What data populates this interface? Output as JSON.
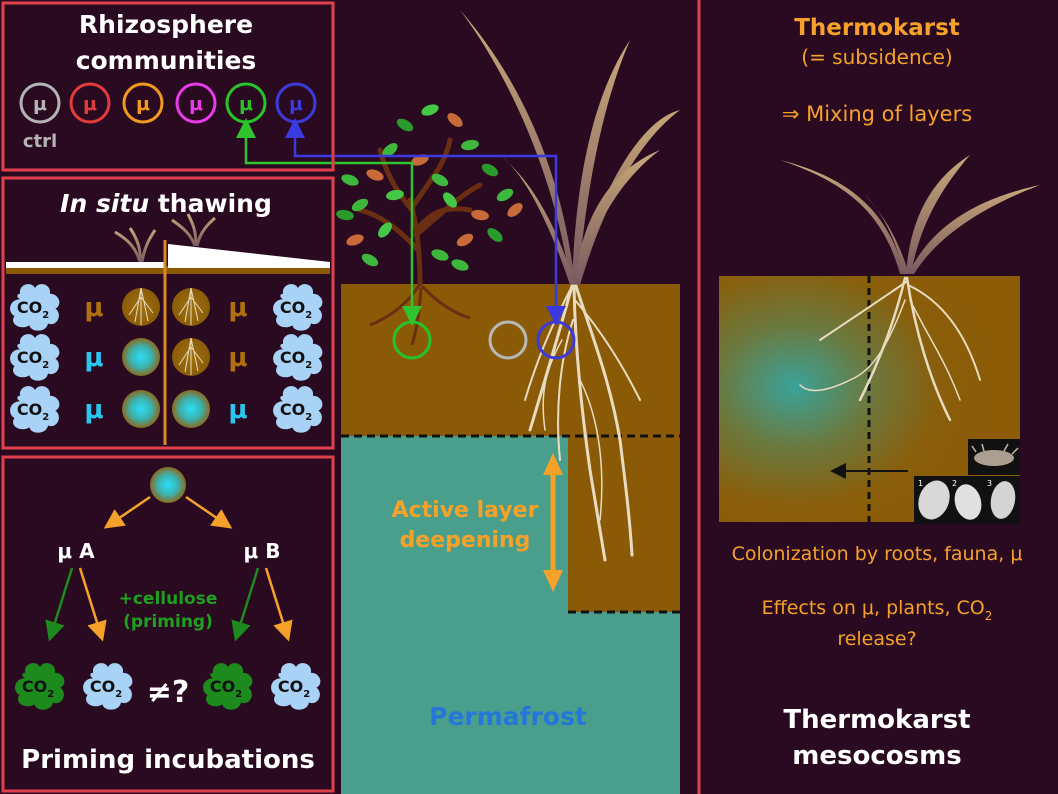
{
  "panels": {
    "rhizosphere": {
      "title_line1": "Rhizosphere",
      "title_line2": "communities",
      "mu": "μ",
      "ctrl": "ctrl",
      "circle_colors": [
        "#b4b4b4",
        "#e33c3c",
        "#f29a1f",
        "#e63ce6",
        "#27c427",
        "#3b3bdc"
      ]
    },
    "insitu": {
      "title_em": "In situ",
      "title_rest": " thawing",
      "mu": "μ",
      "co2": "CO",
      "sub": "2"
    },
    "priming": {
      "mu_a": "μ A",
      "mu_b": "μ B",
      "cellulose_line1": "+cellulose",
      "cellulose_line2": "(priming)",
      "neq": "≠?",
      "co2": "CO",
      "sub": "2",
      "title": "Priming incubations"
    },
    "center": {
      "active_layer_line1": "Active layer",
      "active_layer_line2": "deepening",
      "permafrost": "Permafrost"
    },
    "thermokarst": {
      "title": "Thermokarst",
      "subtitle": "(= subsidence)",
      "mixing": "⇒  Mixing of layers",
      "colonization": "Colonization by roots, fauna, μ",
      "effects_line1": "Effects on μ, plants, CO",
      "effects_sub": "2",
      "effects_line2": "release?",
      "bottom_line1": "Thermokarst",
      "bottom_line2": "mesocosms",
      "photo_labels": [
        "1",
        "2",
        "3"
      ]
    }
  },
  "colors": {
    "background": "#2a0a20",
    "frame": "#e0404c",
    "soil": "#8a5a06",
    "permafrost": "#4a9f8c",
    "orange": "#f6a12a",
    "green_arrow": "#2fc42f",
    "blue_arrow": "#3a3ae0",
    "grey_circle": "#b8b8b8",
    "cyan": "#2bd4f5",
    "co2_cloud": "#a9d2f7",
    "co2_dark": "#1c8a1c",
    "permafrost_text": "#2477d8"
  }
}
